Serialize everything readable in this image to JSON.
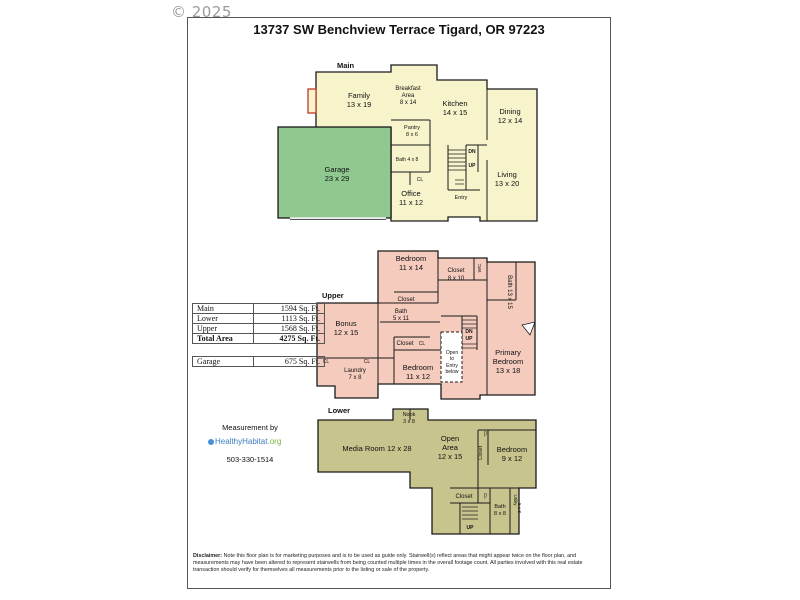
{
  "watermark": "© 2025",
  "title": "13737 SW Benchview Terrace Tigard, OR 97223",
  "levels": {
    "main": "Main",
    "upper": "Upper",
    "lower": "Lower"
  },
  "colors": {
    "main_floor": "#f7f4cc",
    "upper_floor": "#f4cbbd",
    "lower_floor": "#c8c48d",
    "garage": "#8fc98f",
    "walls": "#1a1a1a"
  },
  "rooms": {
    "family": [
      "Family",
      "13 x 19"
    ],
    "breakfast": [
      "Breakfast",
      "Area",
      "8 x 14"
    ],
    "kitchen": [
      "Kitchen",
      "14 x 15"
    ],
    "dining": [
      "Dining",
      "12 x 14"
    ],
    "pantry": [
      "Pantry",
      "8 x 6"
    ],
    "garage": [
      "Garage",
      "23 x 29"
    ],
    "bath_main": "Bath 4 x 8",
    "cl_main": "CL",
    "dn_main": "DN",
    "up_main": "UP",
    "office": [
      "Office",
      "11 x 12"
    ],
    "entry": "Entry",
    "living": [
      "Living",
      "13 x 20"
    ],
    "bedroom_upper_top": [
      "Bedroom",
      "11 x 14"
    ],
    "closet_wic": [
      "Closet",
      "8 x 10"
    ],
    "wic": "W/C",
    "bath_primary": "Bath 13 x 15",
    "closet_upper": "Closet",
    "bonus": [
      "Bonus",
      "12 x 15"
    ],
    "bath_upper": [
      "Bath",
      "5 x 11"
    ],
    "closet_upper2": "Closet",
    "cl_upper_a": "CL",
    "open_to": [
      "Open",
      "to",
      "Entry",
      "below"
    ],
    "dn_upper": "DN",
    "up_upper": "UP",
    "primary": [
      "Primary",
      "Bedroom",
      "13 x 18"
    ],
    "cl_upper_b": "CL",
    "cl_upper_c": "CL",
    "laundry": [
      "Laundry",
      "7 x 8"
    ],
    "bedroom_upper_bottom": [
      "Bedroom",
      "11 x 12"
    ],
    "nook": [
      "Nook",
      "3 x 8"
    ],
    "media": "Media Room 12 x 28",
    "open_area": [
      "Open",
      "Area",
      "12 x 15"
    ],
    "cl_lower_a": "CL",
    "closet_lower_side": "Closet",
    "bedroom_lower": [
      "Bedroom",
      "9 x 12"
    ],
    "closet_lower": "Closet",
    "cl_lower_b": "CL",
    "bath_lower": [
      "Bath",
      "8 x 8"
    ],
    "utility": [
      "Utility",
      "5 x 8"
    ],
    "up_lower": "UP"
  },
  "area_table": [
    {
      "label": "Main",
      "value": "1594 Sq. Ft."
    },
    {
      "label": "Lower",
      "value": "1113 Sq. Ft."
    },
    {
      "label": "Upper",
      "value": "1568 Sq. Ft."
    },
    {
      "label": "Total Area",
      "value": "4275 Sq. Ft."
    }
  ],
  "garage_table": {
    "label": "Garage",
    "value": "675 Sq. Ft."
  },
  "measurement": {
    "label": "Measurement by",
    "logo_main": "HealthyHabitat",
    "logo_suffix": ".org",
    "phone": "503-330-1514"
  },
  "disclaimer": {
    "label": "Disclaimer:",
    "text": "Note this floor plan is for marketing purposes and is to be used as guide only. Stairwell(s) reflect areas that might appear twice on the floor plan, and measurements may have been altered to represent stairwells from being counted multiple times in the overall footage count. All parties involved with this real estate transaction should verify for themselves all measurements prior to the listing or sale of the property."
  }
}
